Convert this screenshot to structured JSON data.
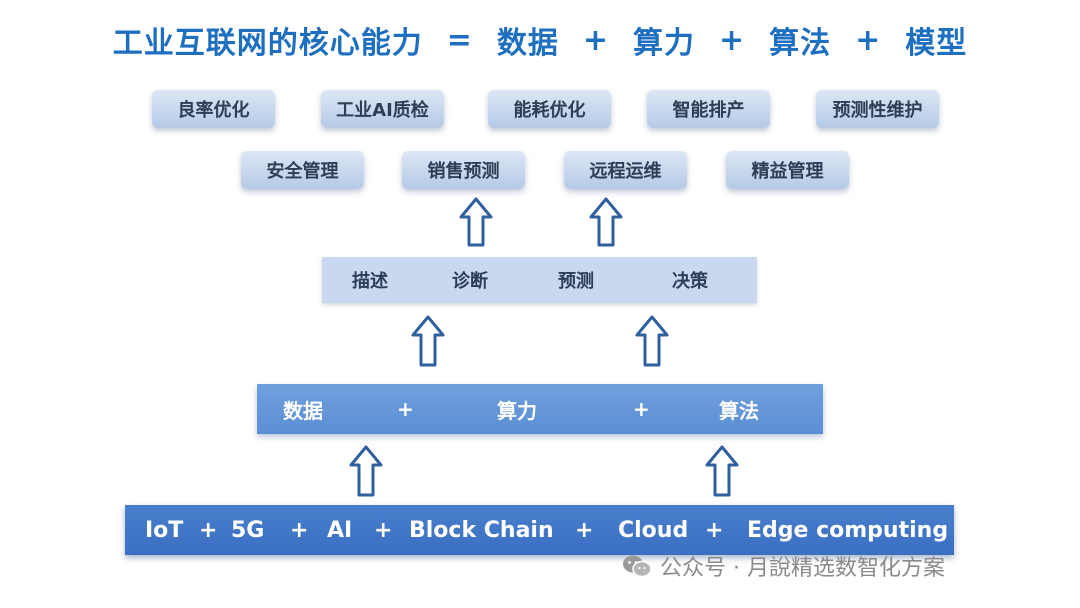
{
  "title": {
    "part1": "工业互联网的核心能力",
    "eq": "=",
    "part2": "数据",
    "plus1": "+",
    "part3": "算力",
    "plus2": "+",
    "part4": "算法",
    "plus3": "+",
    "part5": "模型"
  },
  "applications_row1": [
    "良率优化",
    "工业AI质检",
    "能耗优化",
    "智能排产",
    "预测性维护"
  ],
  "applications_row2": [
    "安全管理",
    "销售预测",
    "远程运维",
    "精益管理"
  ],
  "analysis": [
    "描述",
    "诊断",
    "预测",
    "决策"
  ],
  "core": {
    "data": "数据",
    "plus1": "+",
    "compute": "算力",
    "plus2": "+",
    "algorithm": "算法"
  },
  "tech": {
    "t1": "IoT",
    "p1": "+",
    "t2": "5G",
    "p2": "+",
    "t3": "AI",
    "p3": "+",
    "t4": "Block  Chain",
    "p4": "+",
    "t5": "Cloud",
    "p5": "+",
    "t6": "Edge  computing"
  },
  "watermark": {
    "icon": "wechat-icon",
    "text": "公众号 · 月說精选数智化方案"
  },
  "colors": {
    "title": "#1f6fc0",
    "arrow": "#2f5f9e",
    "tech_bar": "#3f74c6",
    "core_bar": "#6596d9",
    "analysis_bar": "#c9d8ee"
  }
}
